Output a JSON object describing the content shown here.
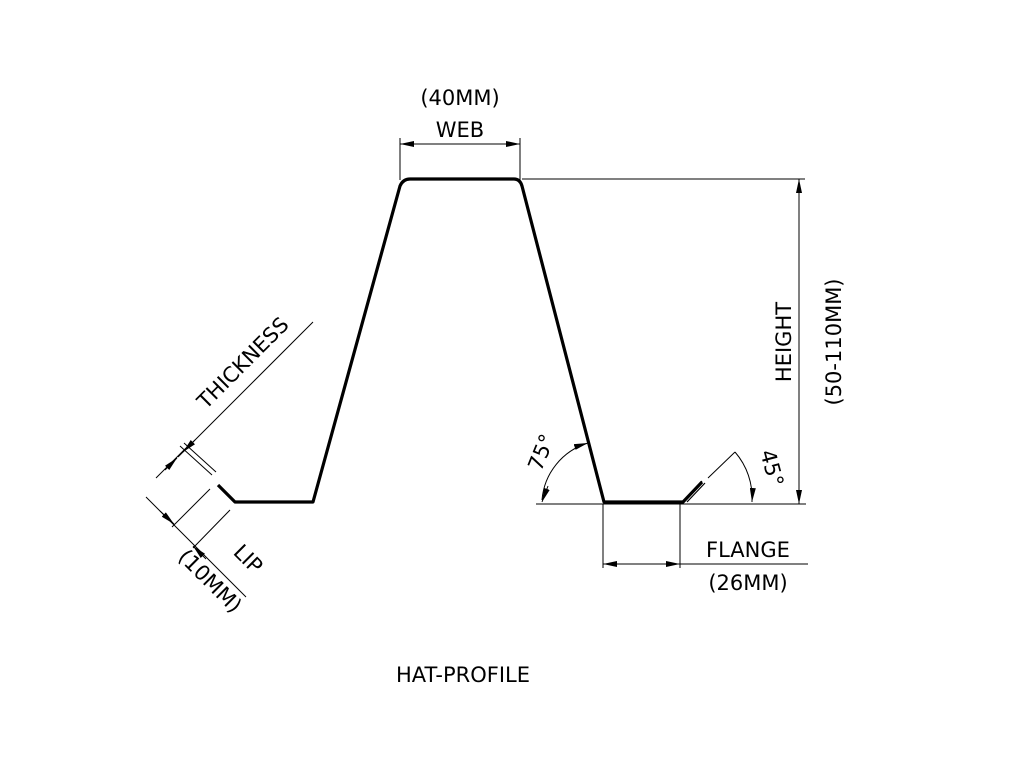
{
  "drawing": {
    "title": "HAT-PROFILE",
    "dimensions": {
      "web": {
        "name": "WEB",
        "value": "(40MM)"
      },
      "height": {
        "name": "HEIGHT",
        "value": "(50-110MM)"
      },
      "flange": {
        "name": "FLANGE",
        "value": "(26MM)"
      },
      "lip": {
        "name": "LIP",
        "value": "(10MM)"
      },
      "thickness": {
        "name": "THICKNESS"
      },
      "web_angle": {
        "value": "75°"
      },
      "lip_angle": {
        "value": "45°"
      }
    },
    "colors": {
      "line": "#000000",
      "background": "#ffffff"
    }
  }
}
